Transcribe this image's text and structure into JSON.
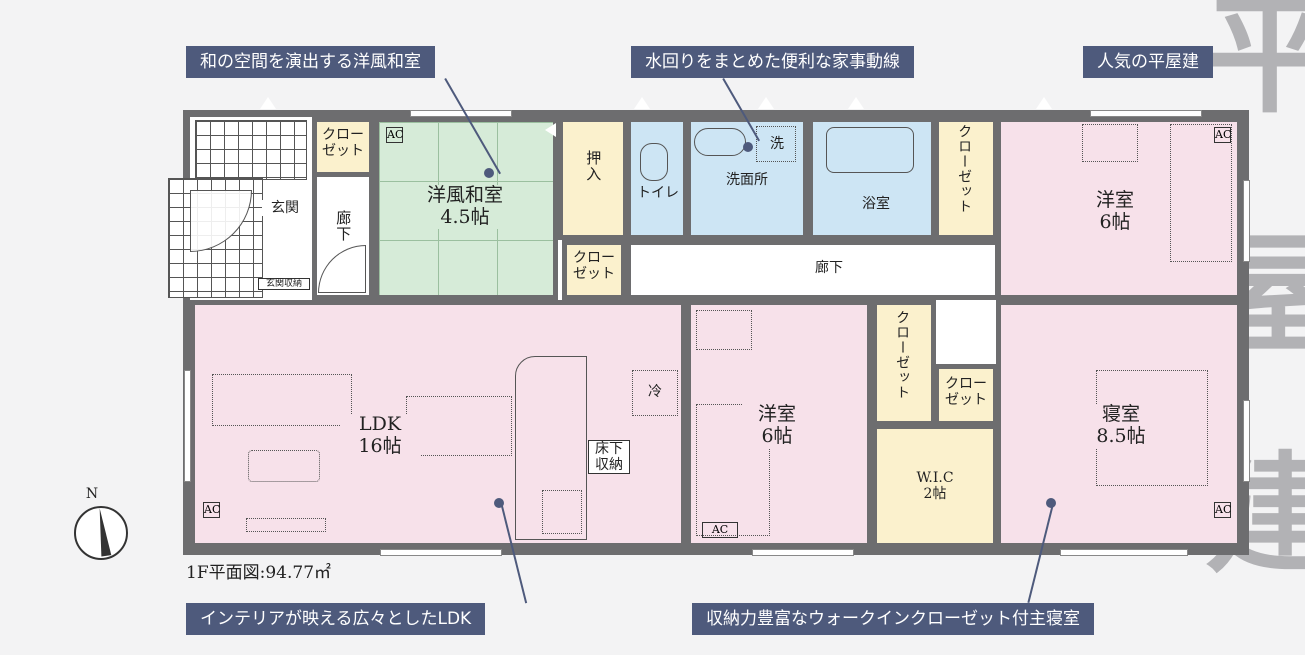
{
  "callouts": {
    "washitsu": "和の空間を演出する洋風和室",
    "kaji": "水回りをまとめた便利な家事動線",
    "hiraya": "人気の平屋建",
    "ldk": "インテリアが映える広々としたLDK",
    "shinshitsu": "収納力豊富なウォークインクローゼット付主寝室"
  },
  "floor_label": "1F平面図:94.77㎡",
  "rooms": {
    "genkan": "玄関",
    "genkan_storage": "玄関収納",
    "rouka_small": "廊下",
    "closet_top_left": "クロー\nゼット",
    "youfu_washitsu": "洋風和室\n4.5帖",
    "oshiire": "押入",
    "toilet": "トイレ",
    "senmenjo": "洗面所",
    "sen_icon": "洗",
    "yokushitsu": "浴室",
    "closet_top_right": "クローゼット",
    "youshitsu_ne": "洋室\n6帖",
    "closet_mid": "クロー\nゼット",
    "rouka_main": "廊下",
    "ldk": "LDK\n16帖",
    "rei": "冷",
    "yukashita": "床下\n収納",
    "youshitsu_center": "洋室\n6帖",
    "closet_vert_center": "クローゼット",
    "closet_small_right": "クロー\nゼット",
    "wic": "W.I.C\n2帖",
    "shinshitsu": "寝室\n8.5帖"
  },
  "ac_label": "AC",
  "compass_letter": "N",
  "background_text": [
    "平",
    "屋",
    "建"
  ]
}
